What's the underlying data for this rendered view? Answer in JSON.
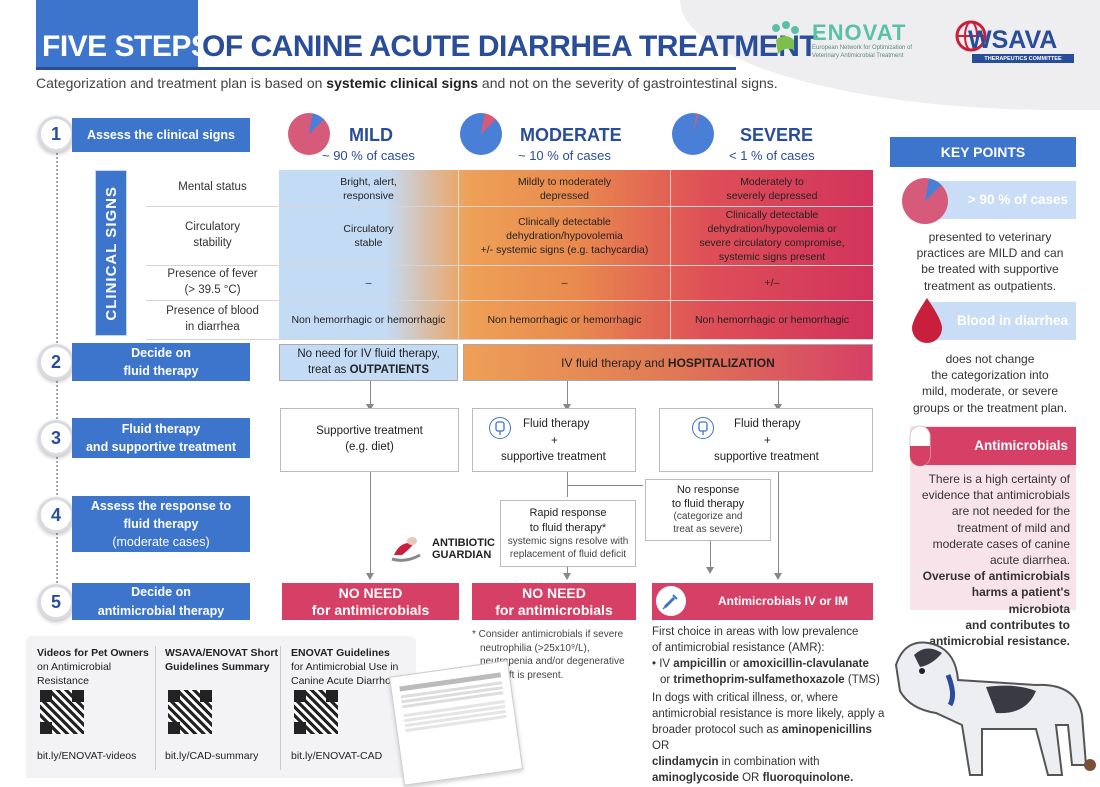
{
  "header": {
    "title_highlight": "FIVE STEPS",
    "title_rest": "OF CANINE ACUTE DIARRHEA TREATMENT",
    "subtitle_pre": "Categorization and treatment plan is based on ",
    "subtitle_bold": "systemic clinical signs",
    "subtitle_post": " and not on the severity of gastrointestinal signs.",
    "enovat_name": "ENOVAT",
    "enovat_tagline_1": "European Network for Optimization of",
    "enovat_tagline_2": "Veterinary Antimicrobial Treatment",
    "wsava_name": "WSAVA",
    "wsava_tagline": "THERAPEUTICS COMMITTEE"
  },
  "steps": [
    {
      "number": "1",
      "label_1": "Assess the clinical signs",
      "label_2": ""
    },
    {
      "number": "2",
      "label_1": "Decide on",
      "label_2": "fluid therapy"
    },
    {
      "number": "3",
      "label_1": "Fluid therapy",
      "label_2": "and supportive treatment"
    },
    {
      "number": "4",
      "label_1": "Assess the response to",
      "label_2": "fluid therapy",
      "label_3": "(moderate cases)"
    },
    {
      "number": "5",
      "label_1": "Decide on",
      "label_2": "antimicrobial therapy"
    }
  ],
  "severity": [
    {
      "name": "MILD",
      "percent": "~ 90 % of cases",
      "pie_share": 0.9
    },
    {
      "name": "MODERATE",
      "percent": "~ 10 % of cases",
      "pie_share": 0.1
    },
    {
      "name": "SEVERE",
      "percent": "< 1 % of cases",
      "pie_share": 0.01
    }
  ],
  "clinical_signs": {
    "tab_label": "CLINICAL SIGNS",
    "rows": [
      {
        "label_1": "Mental status",
        "label_2": "",
        "mild": [
          "Bright, alert,",
          "responsive"
        ],
        "moderate": [
          "Mildly to moderately",
          "depressed"
        ],
        "severe": [
          "Moderately to",
          "severely depressed"
        ]
      },
      {
        "label_1": "Circulatory",
        "label_2": "stability",
        "mild": [
          "Circulatory",
          "stable"
        ],
        "moderate": [
          "Clinically detectable",
          "dehydration/hypovolemia",
          "+/- systemic signs (e.g. tachycardia)"
        ],
        "severe": [
          "Clinically detectable",
          "dehydration/hypovolemia or",
          "severe circulatory compromise,",
          "systemic signs present"
        ]
      },
      {
        "label_1": "Presence of fever",
        "label_2": "(> 39.5 °C)",
        "mild": [
          "–"
        ],
        "moderate": [
          "–"
        ],
        "severe": [
          "+/–"
        ]
      },
      {
        "label_1": "Presence of blood",
        "label_2": "in diarrhea",
        "mild": [
          "Non hemorrhagic or hemorrhagic"
        ],
        "moderate": [
          "Non hemorrhagic or hemorrhagic"
        ],
        "severe": [
          "Non hemorrhagic or hemorrhagic"
        ]
      }
    ]
  },
  "step2": {
    "mild_1": "No need for IV fluid therapy,",
    "mild_2_pre": "treat as ",
    "mild_2_bold": "OUTPATIENTS",
    "other_pre": "IV fluid therapy and ",
    "other_bold": "HOSPITALIZATION"
  },
  "step3": {
    "mild_1": "Supportive treatment",
    "mild_2": "(e.g. diet)",
    "fluid_1": "Fluid therapy",
    "fluid_plus": "+",
    "fluid_2": "supportive treatment"
  },
  "step4": {
    "rapid_1": "Rapid response",
    "rapid_2": "to fluid therapy*",
    "rapid_3": "systemic signs resolve with",
    "rapid_4": "replacement of fluid deficit",
    "no_1": "No response",
    "no_2": "to fluid therapy",
    "no_3": "(categorize and",
    "no_4": "treat as severe)"
  },
  "guardian": {
    "line_1": "ANTIBIOTIC",
    "line_2": "GUARDIAN"
  },
  "step5": {
    "no_need_1": "NO NEED",
    "no_need_2": "for antimicrobials",
    "severe": "Antimicrobials IV or IM"
  },
  "footnote": {
    "line_1": "* Consider antimicrobials if severe",
    "line_2": "neutrophilia (>25x10⁹/L),",
    "line_3": "neutropenia and/or degenerative",
    "line_4": "left shift is present."
  },
  "severe_notes": {
    "first_1": "First choice in areas with low prevalence",
    "first_2": "of antimicrobial resistance (AMR):",
    "drug_pre": "• IV ",
    "drug_1": "ampicillin",
    "drug_or1": " or ",
    "drug_2": "amoxicillin-clavulanate",
    "drug_or2": "or ",
    "drug_3": "trimethoprim-sulfamethoxazole",
    "drug_3_suffix": " (TMS)",
    "crit_1": "In dogs with critical illness, or, where",
    "crit_2": "antimicrobial resistance is more likely, apply a",
    "crit_3_pre": "broader protocol such as ",
    "crit_3_bold": "aminopenicillins",
    "crit_3_or": " OR",
    "crit_4_bold": "clindamycin",
    "crit_4_rest": " in combination with",
    "crit_5_bold1": "aminoglycoside",
    "crit_5_or": " OR ",
    "crit_5_bold2": "fluoroquinolone."
  },
  "key_points": {
    "title": "KEY POINTS",
    "kp1_band": "> 90 % of cases",
    "kp1_text": [
      "presented to veterinary",
      "practices are MILD and can",
      "be treated with supportive",
      "treatment as outpatients."
    ],
    "kp2_band": "Blood in diarrhea",
    "kp2_text": [
      "does not change",
      "the categorization into",
      "mild, moderate, or severe",
      "groups or the treatment plan."
    ],
    "kp3_band": "Antimicrobials",
    "kp3_text": [
      "There is a high certainty of",
      "evidence that antimicrobials",
      "are not needed for the",
      "treatment of mild and",
      "moderate cases of canine",
      "acute diarrhea."
    ],
    "kp3_bold": [
      "Overuse of antimicrobials",
      "harms  a patient's microbiota",
      "and contributes to",
      "antimicrobial resistance."
    ]
  },
  "footer": [
    {
      "head_1": "Videos for Pet Owners",
      "head_2": "on Antimicrobial",
      "head_3": "Resistance",
      "link": "bit.ly/ENOVAT-videos"
    },
    {
      "head_1": "WSAVA/ENOVAT Short",
      "head_2": "Guidelines Summary",
      "head_3": "",
      "link": "bit.ly/CAD-summary"
    },
    {
      "head_1": "ENOVAT Guidelines",
      "head_2": "for Antimicrobial Use in",
      "head_3": "Canine Acute Diarrhoea",
      "link": "bit.ly/ENOVAT-CAD"
    }
  ],
  "colors": {
    "blue": "#3d74cc",
    "dark_blue": "#2a4d9a",
    "pink": "#d63f66",
    "light_blue": "#c4dbf5",
    "orange": "#eea057",
    "red": "#d2335c"
  }
}
